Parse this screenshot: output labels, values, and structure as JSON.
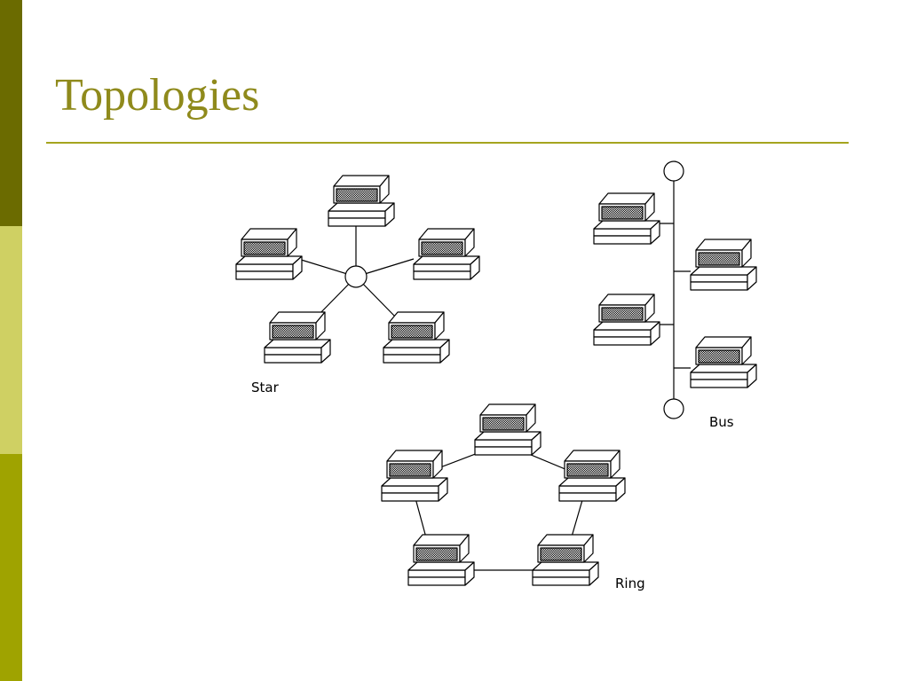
{
  "slide": {
    "title": "Topologies"
  },
  "theme": {
    "title_color": "#8f8a1c",
    "rule_color": "#a5a41e",
    "bar_top": "#6b6b00",
    "bar_middle": "#cfd063",
    "bar_bottom": "#9fa300"
  },
  "topologies": [
    {
      "name": "star",
      "label": "Star",
      "computers": 5,
      "hubs": 1
    },
    {
      "name": "bus",
      "label": "Bus",
      "computers": 4,
      "terminators": 2
    },
    {
      "name": "ring",
      "label": "Ring",
      "computers": 5
    }
  ],
  "icons": {
    "computer": "computer-icon",
    "hub": "hub-icon",
    "terminator": "terminator-icon"
  }
}
